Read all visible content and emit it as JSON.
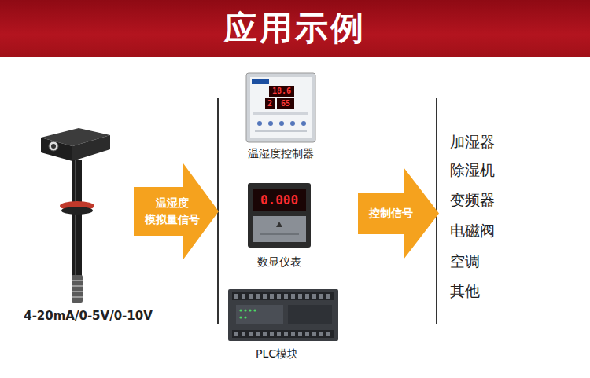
{
  "diagram": {
    "title": "应用示例",
    "nodes": [
      {
        "text": [
          "温湿度 模拟量信号"
        ]
      },
      {
        "text": [
          "控制信号"
        ]
      }
    ],
    "labels": [
      "4-20mA/0-5V/0-10V",
      "18.6",
      "2",
      "65",
      "温湿度控制器",
      "0.000",
      "数显仪表",
      "PLC模块",
      "加湿器",
      "除湿机",
      "变频器",
      "电磁阀",
      "空调",
      "其他"
    ]
  }
}
